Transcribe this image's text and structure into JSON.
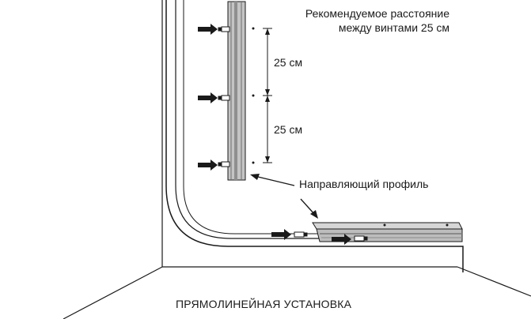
{
  "labels": {
    "recommended_line1": "Рекомендуемое расстояние",
    "recommended_line2": "между винтами 25 см",
    "dim_top": "25 см",
    "dim_bottom": "25 см",
    "guide_profile": "Направляющий профиль",
    "caption": "ПРЯМОЛИНЕЙНАЯ УСТАНОВКА"
  },
  "icons": {
    "pointer_arrows": "black-arrow",
    "screws": "screw"
  },
  "colors": {
    "line": "#1a1a1a",
    "profile_fill": "#bdbdbd",
    "profile_dark": "#8a8a8a",
    "background": "#ffffff"
  }
}
